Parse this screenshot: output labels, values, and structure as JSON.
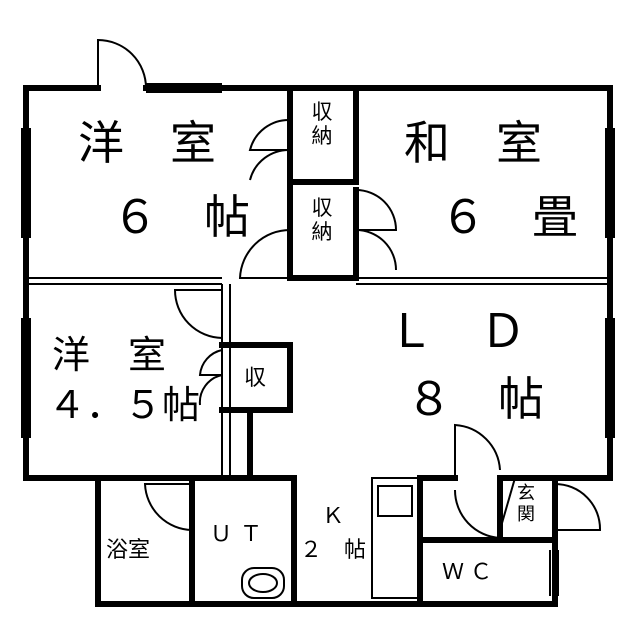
{
  "rooms": {
    "western1": {
      "name": "洋　室",
      "size": "６　帖"
    },
    "japanese": {
      "name": "和　室",
      "size": "６　畳"
    },
    "western2": {
      "name": "洋　室",
      "size": "４．５帖"
    },
    "ld": {
      "name": "Ｌ　Ｄ",
      "size": "８　帖"
    },
    "bath": {
      "name": "浴室"
    },
    "ut": {
      "name": "ＵＴ"
    },
    "kitchen": {
      "name": "Ｋ",
      "size": "２　帖"
    },
    "entrance": {
      "name": "玄関"
    },
    "wc": {
      "name": "ＷＣ"
    }
  },
  "storage": {
    "closet_top": "収納",
    "closet_mid": "収納",
    "closet_small": "収"
  },
  "colors": {
    "wall": "#000000",
    "background": "#ffffff",
    "fixture": "#888888"
  }
}
